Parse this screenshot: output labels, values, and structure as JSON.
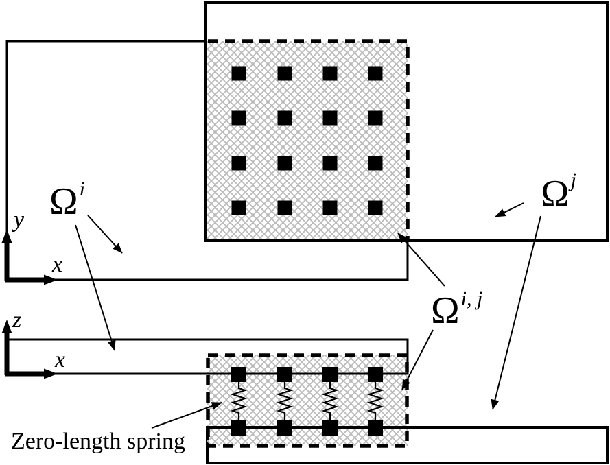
{
  "figure": {
    "domain_i_label": {
      "symbol": "Ω",
      "superscript": "i"
    },
    "domain_j_label": {
      "symbol": "Ω",
      "superscript": "j"
    },
    "overlap_label": {
      "symbol": "Ω",
      "superscript": "i, j"
    },
    "top_view_axes": {
      "vertical": "y",
      "horizontal": "x"
    },
    "side_view_axes": {
      "vertical": "z",
      "horizontal": "x"
    },
    "spring_caption": "Zero-length spring"
  },
  "colors": {
    "ink": "#000000",
    "hatch": "#b9b9b9",
    "background": "#ffffff"
  }
}
